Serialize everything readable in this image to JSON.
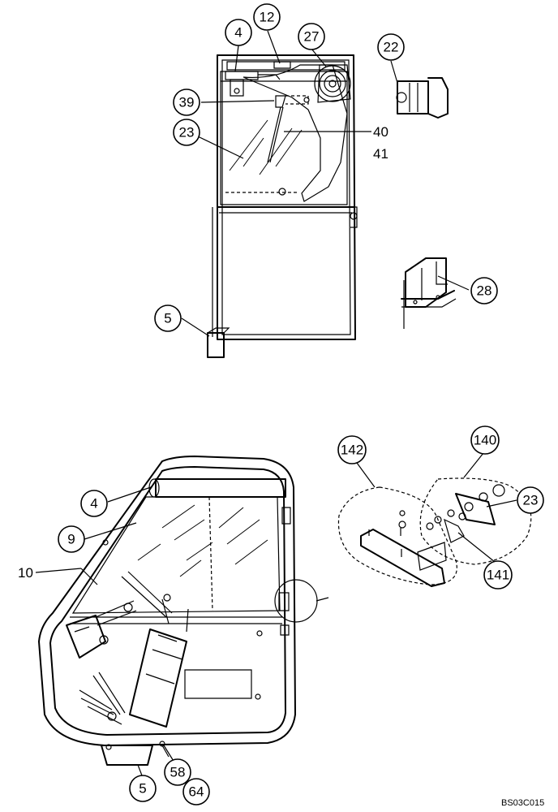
{
  "callouts": {
    "c12": "12",
    "c4a": "4",
    "c27": "27",
    "c22": "22",
    "c39": "39",
    "c23a": "23",
    "c28": "28",
    "c5a": "5",
    "c4b": "4",
    "c9": "9",
    "c142": "142",
    "c140": "140",
    "c23b": "23",
    "c141": "141",
    "c58": "58",
    "c64": "64",
    "c5b": "5"
  },
  "labels": {
    "n40": "40",
    "n41": "41",
    "n10": "10"
  },
  "code": "BS03C015"
}
